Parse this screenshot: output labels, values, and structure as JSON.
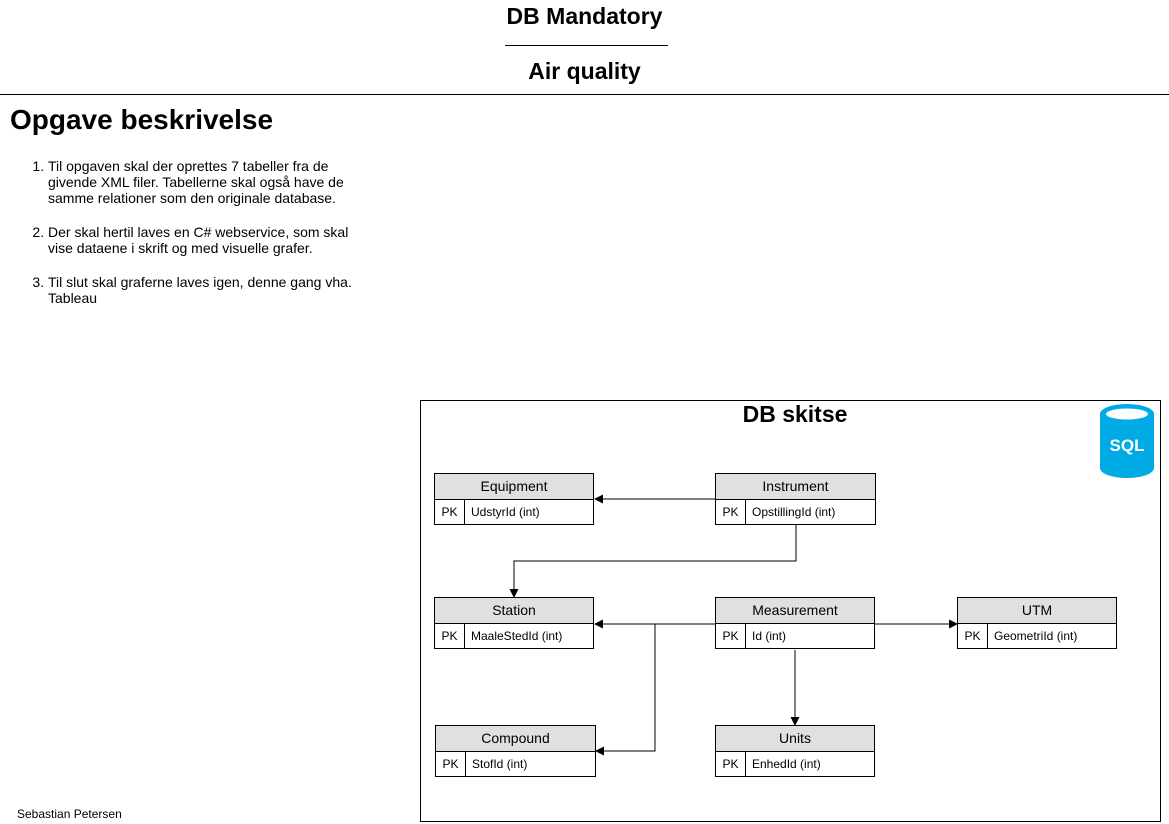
{
  "header": {
    "title": "DB Mandatory",
    "subtitle": "Air quality"
  },
  "description": {
    "heading": "Opgave beskrivelse",
    "items": [
      "Til opgaven skal der oprettes 7 tabeller fra de givende XML filer. Tabellerne skal også have de samme relationer som den originale database.",
      "Der skal hertil laves en C# webservice, som skal vise dataene i skrift og med visuelle grafer.",
      "Til slut skal graferne laves igen, denne gang vha. Tableau"
    ]
  },
  "sketch": {
    "title": "DB skitse",
    "icon": "sql-database-icon",
    "icon_label": "SQL",
    "icon_color": "#00aae4"
  },
  "entities": {
    "equipment": {
      "name": "Equipment",
      "pk": "PK",
      "field": "UdstyrId (int)"
    },
    "instrument": {
      "name": "Instrument",
      "pk": "PK",
      "field": "OpstillingId (int)"
    },
    "station": {
      "name": "Station",
      "pk": "PK",
      "field": "MaaleStedId (int)"
    },
    "measurement": {
      "name": "Measurement",
      "pk": "PK",
      "field": "Id (int)"
    },
    "utm": {
      "name": "UTM",
      "pk": "PK",
      "field": "GeometriId (int)"
    },
    "compound": {
      "name": "Compound",
      "pk": "PK",
      "field": "StofId (int)"
    },
    "units": {
      "name": "Units",
      "pk": "PK",
      "field": "EnhedId (int)"
    }
  },
  "footer": {
    "author": "Sebastian Petersen"
  }
}
